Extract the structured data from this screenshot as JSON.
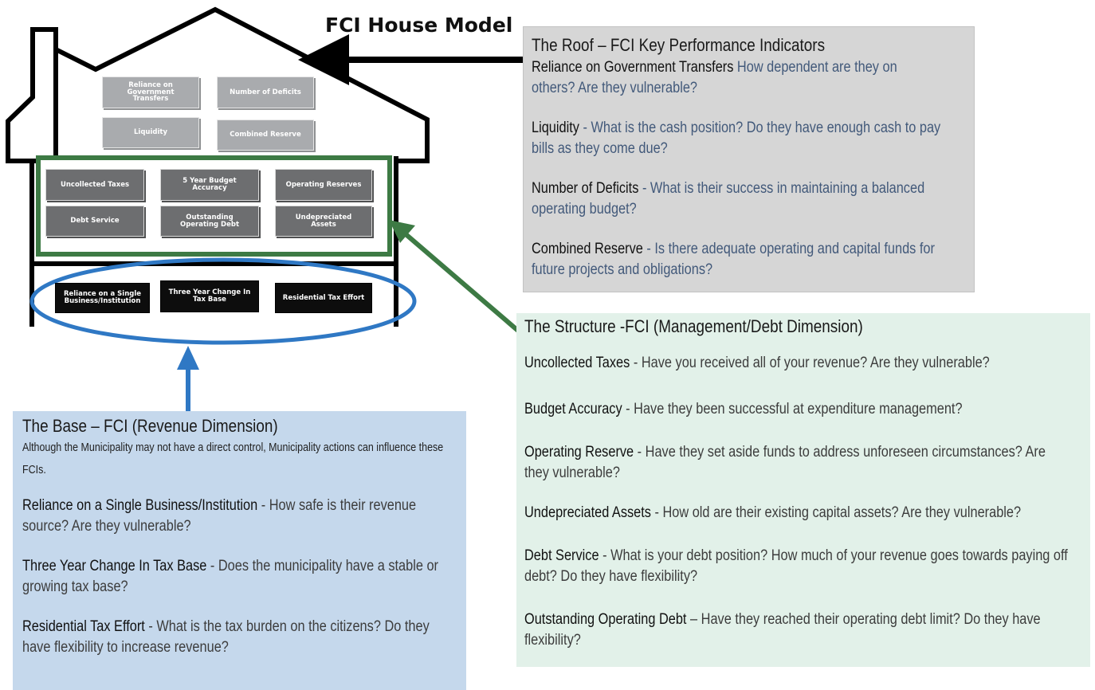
{
  "title": "FCI House Model",
  "roof_tiles": [
    "Reliance on Government Transfers",
    "Number of Deficits",
    "Liquidity",
    "Combined Reserve"
  ],
  "structure_tiles": [
    "Uncollected Taxes",
    "5 Year Budget Accuracy",
    "Operating Reserves",
    "Debt Service",
    "Outstanding Operating Debt",
    "Undepreciated Assets"
  ],
  "base_tiles": [
    "Reliance on a Single Business/Institution",
    "Three Year Change In Tax Base",
    "Residential Tax Effort"
  ],
  "roof_panel": {
    "heading": "The Roof – FCI Key Performance Indicators",
    "items": [
      {
        "term": "Reliance on Government Transfers",
        "sep": " ",
        "text": "How dependent are they on others? Are they vulnerable?"
      },
      {
        "term": "Liquidity",
        "sep": " - ",
        "text": "What is the cash position? Do they have enough cash to pay bills as they come due?"
      },
      {
        "term": "Number of Deficits",
        "sep": " - ",
        "text": "What is their success in maintaining a balanced operating budget?"
      },
      {
        "term": "Combined Reserve",
        "sep": " - ",
        "text": "Is there adequate operating and capital  funds for future projects and obligations?"
      }
    ]
  },
  "structure_panel": {
    "heading": "The Structure -FCI  (Management/Debt Dimension)",
    "items": [
      {
        "term": "Uncollected Taxes",
        "sep": " - ",
        "text": "Have you received all of your revenue?  Are they vulnerable?"
      },
      {
        "term": "Budget Accuracy",
        "sep": " - ",
        "text": "Have they been successful at expenditure management?"
      },
      {
        "term": "Operating Reserve",
        "sep": " - ",
        "text": "Have they set aside funds to address unforeseen circumstances? Are they vulnerable?"
      },
      {
        "term": "Undepreciated Assets",
        "sep": " - ",
        "text": "How old are their existing capital assets? Are they vulnerable?"
      },
      {
        "term": "Debt Service",
        "sep": "  - ",
        "text": "What is your debt position? How much of your revenue goes towards paying off debt?  Do they have flexibility?"
      },
      {
        "term": "Outstanding Operating Debt",
        "sep": " – ",
        "text": "Have they reached their operating debt limit? Do they have flexibility?"
      }
    ]
  },
  "base_panel": {
    "heading": "The Base –  FCI  (Revenue Dimension)",
    "note": "Although the Municipality may not have a direct control, Municipality actions can influence these FCIs.",
    "items": [
      {
        "term": "Reliance on a Single Business/Institution",
        "sep": " - ",
        "text": "How safe is their revenue source? Are they vulnerable?"
      },
      {
        "term": "Three Year Change In Tax Base",
        "sep": " - ",
        "text": "Does the municipality have a stable or growing tax base?"
      },
      {
        "term": "Residential Tax Effort",
        "sep": " - ",
        "text": "What is the tax burden on the citizens? Do they have flexibility to increase revenue?"
      }
    ]
  },
  "colors": {
    "roof_panel_bg": "#d6d6d6",
    "structure_panel_bg": "#e2f1e9",
    "base_panel_bg": "#c5d8ec",
    "structure_frame_green": "#3d7a44",
    "base_ellipse_blue": "#2f78c4",
    "question_text_blue": "#42597a"
  }
}
